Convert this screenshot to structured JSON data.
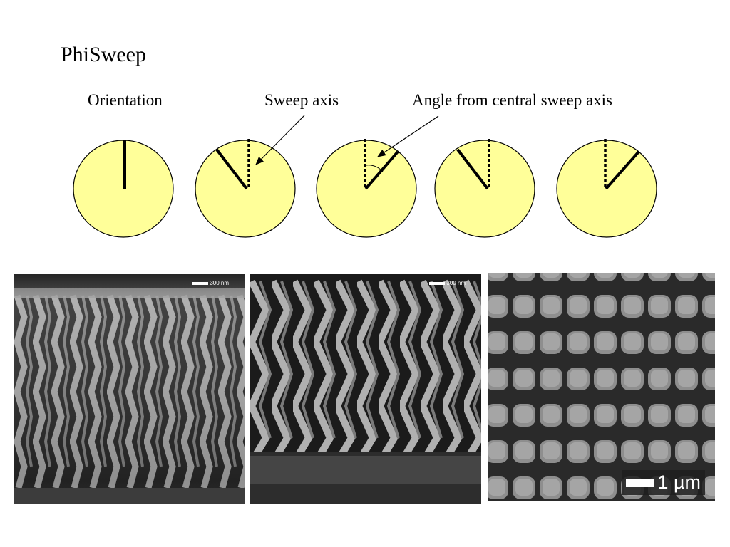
{
  "title": "PhiSweep",
  "labels": {
    "orientation": "Orientation",
    "sweep_axis": "Sweep axis",
    "angle": "Angle from central sweep axis"
  },
  "colors": {
    "circle_fill": "#FFFF99",
    "line": "#000000"
  },
  "images": {
    "sem1_scale": "300 nm",
    "sem2_scale": "300 nm",
    "sem3_scale": "1 µm"
  }
}
